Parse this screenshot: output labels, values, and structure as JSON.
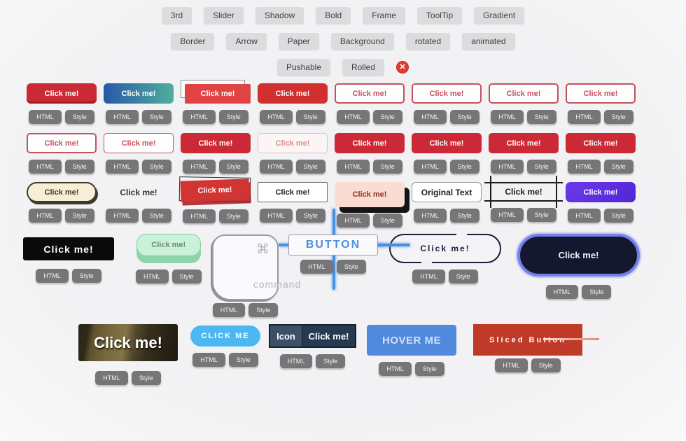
{
  "filters": {
    "row1": [
      "3rd",
      "Slider",
      "Shadow",
      "Bold",
      "Frame",
      "ToolTip",
      "Gradient"
    ],
    "row2": [
      "Border",
      "Arrow",
      "Paper",
      "Background",
      "rotated",
      "animated"
    ],
    "row3": [
      "Pushable",
      "Rolled"
    ],
    "close_symbol": "✕"
  },
  "code_tags": {
    "html": "HTML",
    "style": "Style"
  },
  "labels": {
    "click_me": "Click me!",
    "original_text": "Original Text",
    "button_caps": "BUTTON",
    "command": "command",
    "command_symbol": "⌘",
    "click_me_caps": "CLICK ME",
    "icon": "Icon",
    "hover_me": "HOVER ME",
    "sliced_button": "Sliced Button"
  },
  "colors": {
    "primary_red": "#cc2936",
    "accent_blue": "#4a90e2",
    "filter_gray": "#dcdcde",
    "tag_gray": "#767678",
    "close_red": "#e23b2e",
    "mint_green": "#c9f2d9",
    "glow_border": "#7480e8",
    "cyan": "#4cb7f0",
    "hover_blue": "#5189dd",
    "sliced_red": "#bf3a28",
    "purple": "#6a3ae8"
  }
}
